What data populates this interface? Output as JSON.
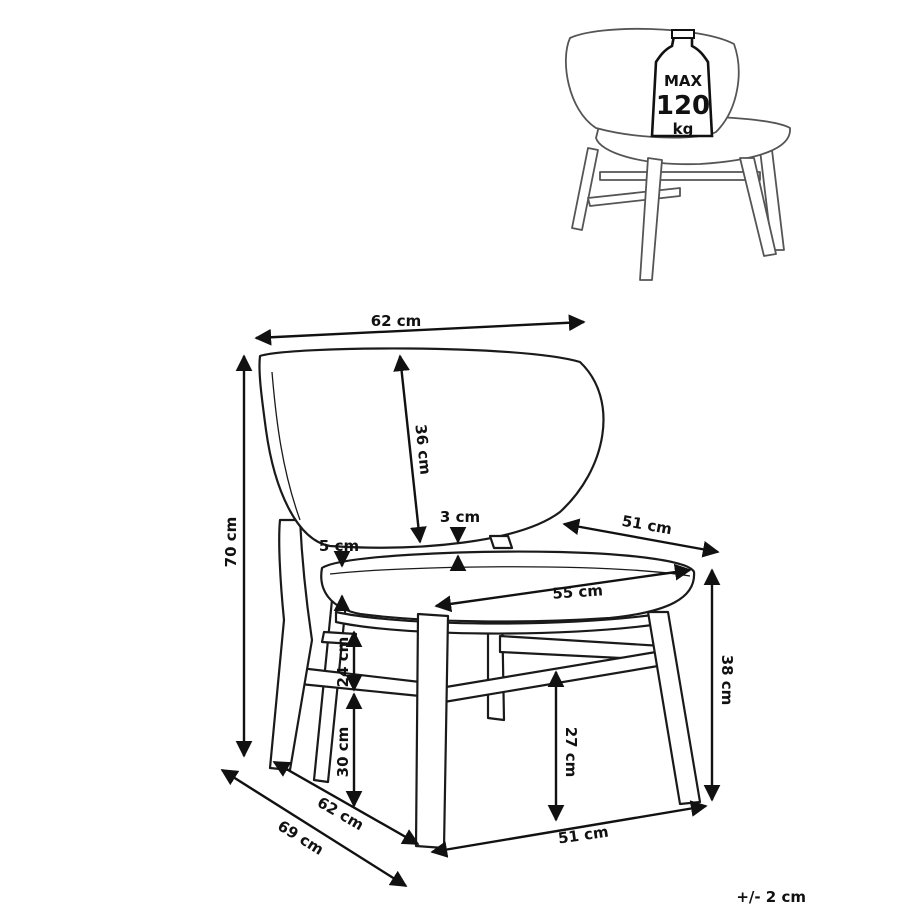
{
  "weight_badge": {
    "line1": "MAX",
    "line2": "120",
    "line3": "kg"
  },
  "dimensions": {
    "width_top": "62 cm",
    "backrest_height": "36 cm",
    "backrest_thickness": "3 cm",
    "seat_depth_side": "51 cm",
    "seat_cushion_thickness": "5 cm",
    "seat_width": "55 cm",
    "total_height": "70 cm",
    "seat_height": "38 cm",
    "leg_gap": "24 cm",
    "stretcher_height_left": "30 cm",
    "stretcher_height_front": "27 cm",
    "base_depth": "62 cm",
    "overall_depth": "69 cm",
    "base_width": "51 cm"
  },
  "tolerance": "+/- 2 cm"
}
